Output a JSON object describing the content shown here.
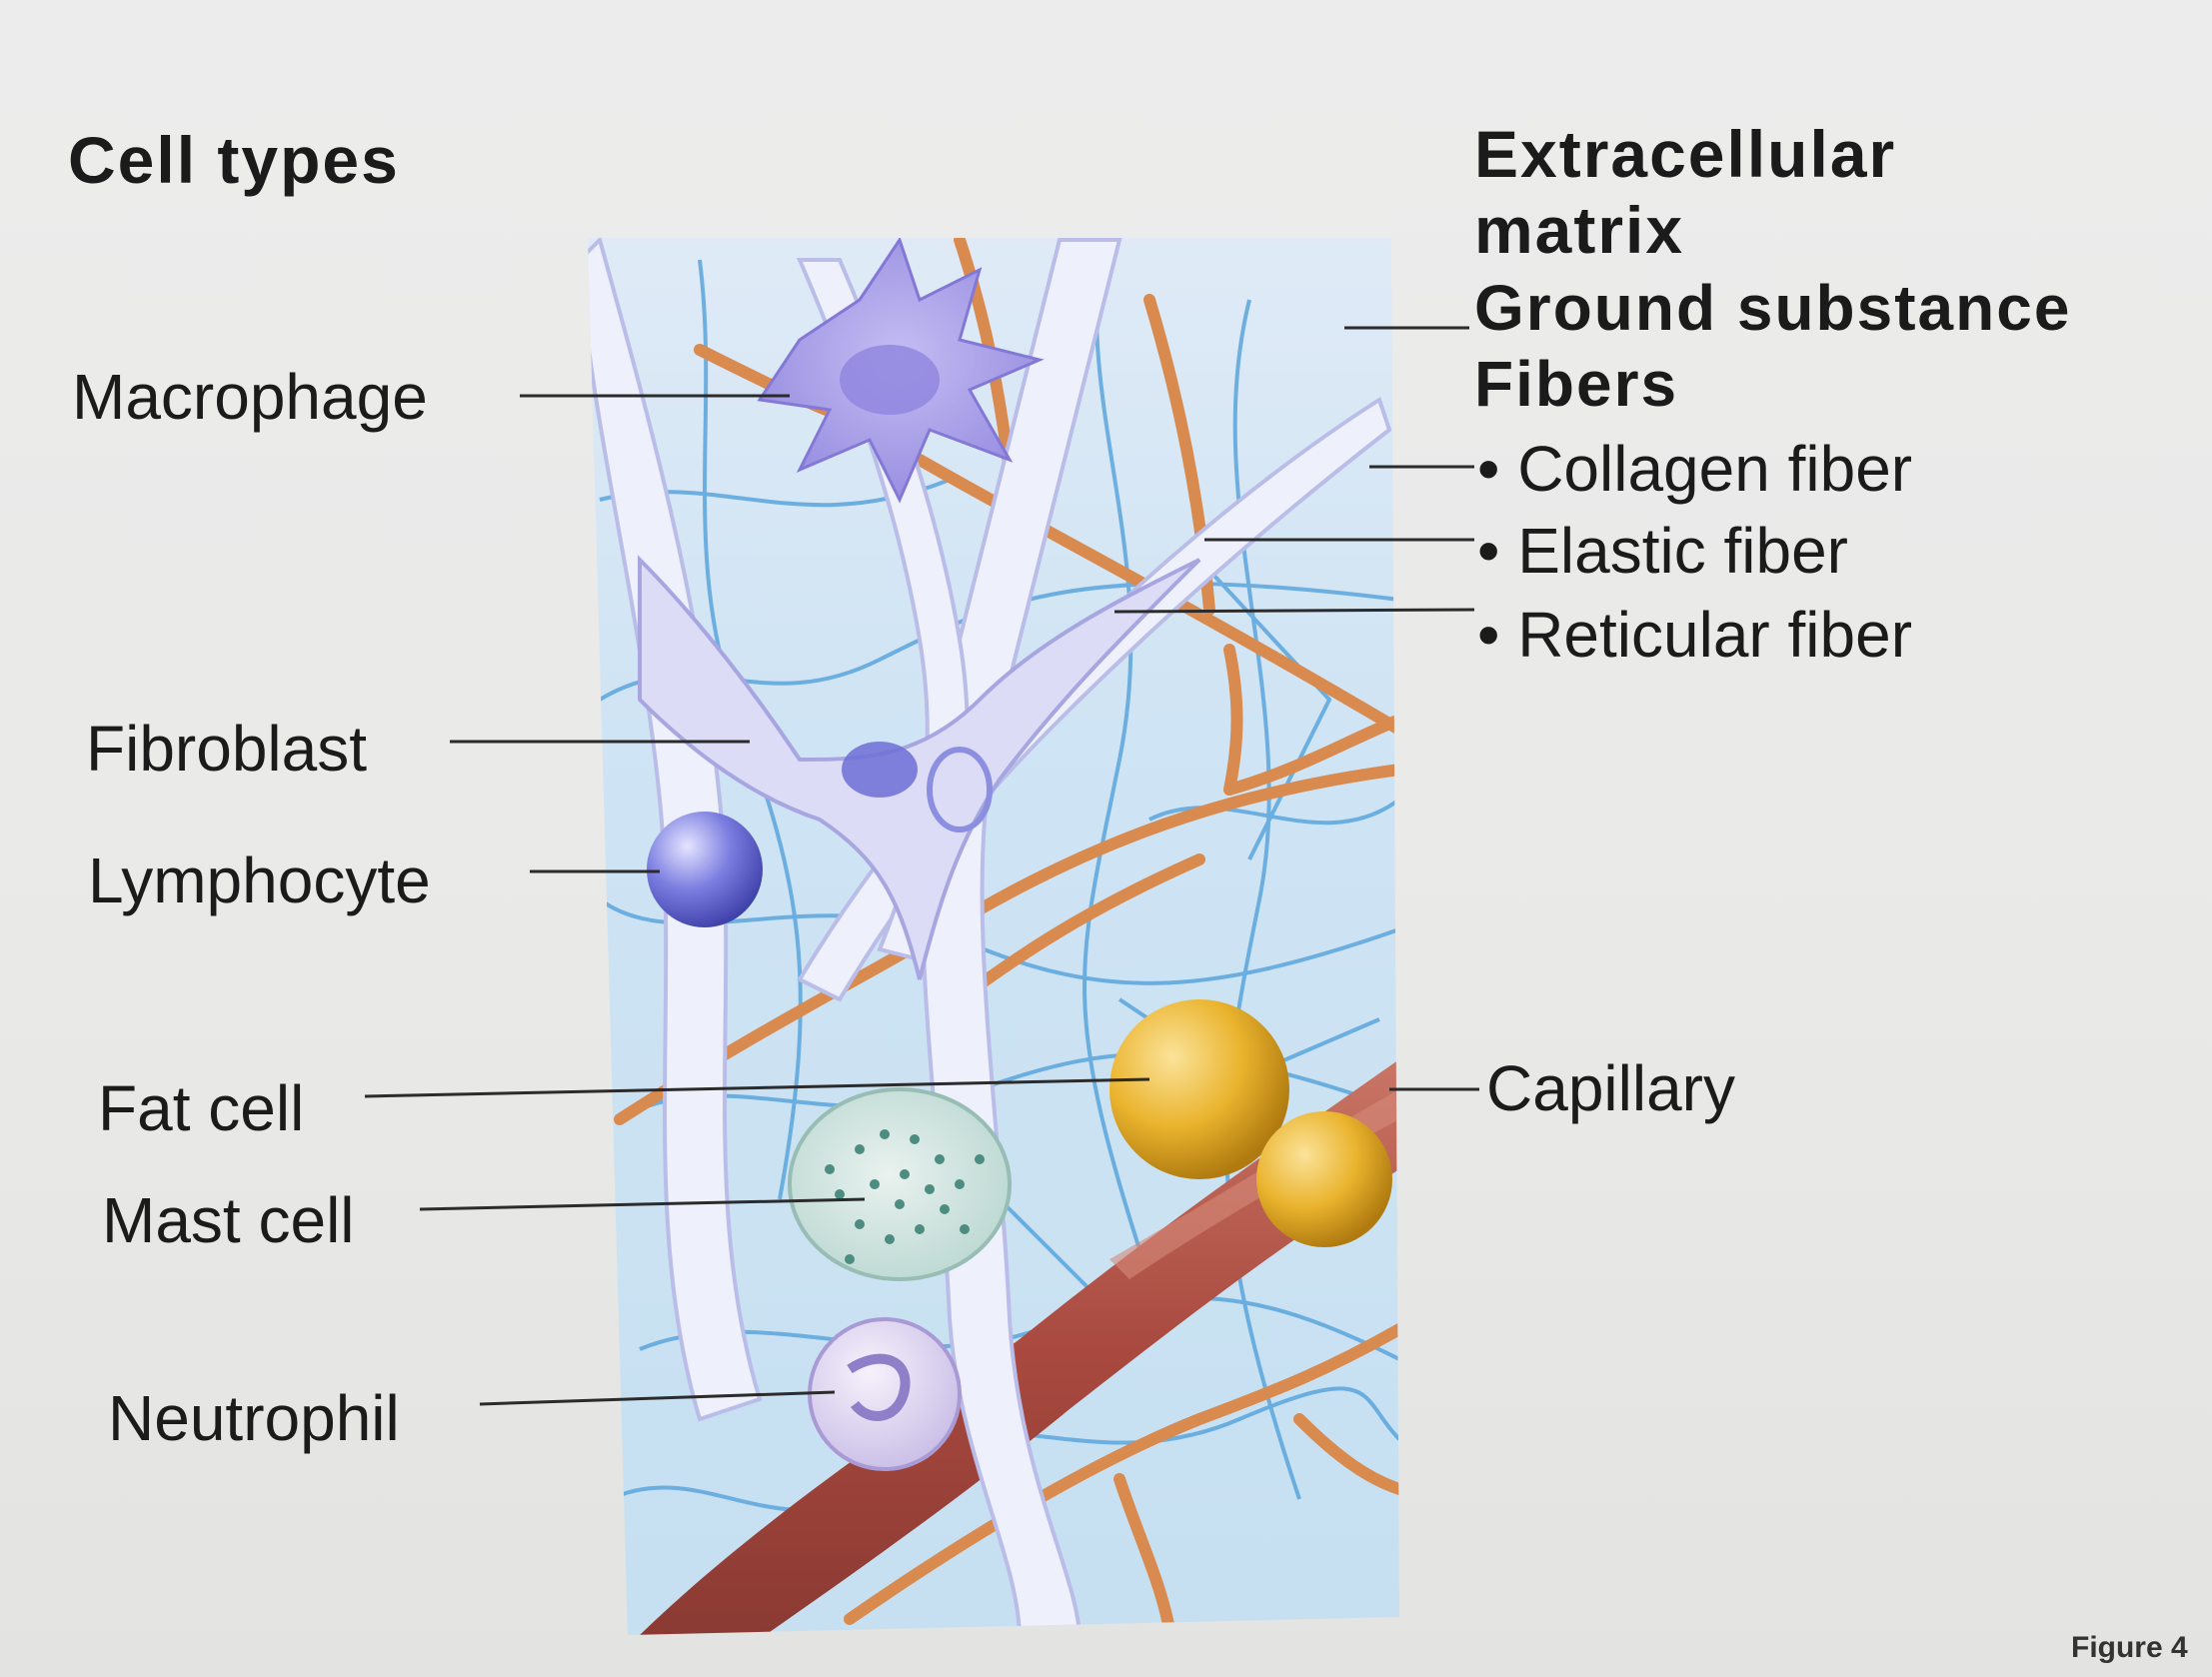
{
  "left_heading": "Cell types",
  "right_heading_line1": "Extracellular",
  "right_heading_line2": "matrix",
  "cell_labels": {
    "macrophage": "Macrophage",
    "fibroblast": "Fibroblast",
    "lymphocyte": "Lymphocyte",
    "fat_cell": "Fat cell",
    "mast_cell": "Mast cell",
    "neutrophil": "Neutrophil"
  },
  "matrix_labels": {
    "ground_substance": "Ground substance",
    "fibers": "Fibers",
    "collagen_fiber": "• Collagen fiber",
    "elastic_fiber": "• Elastic fiber",
    "reticular_fiber": "• Reticular fiber",
    "capillary": "Capillary"
  },
  "footer": "Figure 4",
  "colors": {
    "background": "#eaeae8",
    "ground_substance": "#cfe6f4",
    "collagen": "#eef0fb",
    "elastic": "#d98a4f",
    "reticular": "#5aa5dc",
    "capillary": "#b45a4e",
    "fat": "#e8b12a",
    "lymphocyte": "#6d6fd6",
    "macrophage": "#a9a0ea"
  }
}
